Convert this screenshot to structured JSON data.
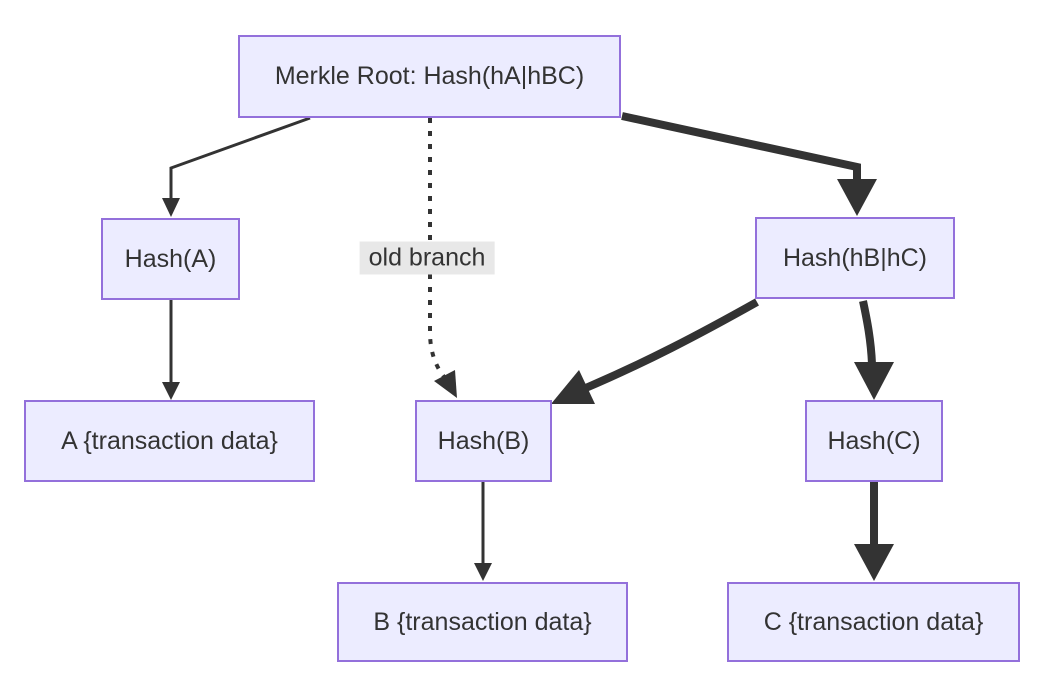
{
  "diagram": {
    "type": "flowchart",
    "description": "Merkle tree hash diagram",
    "nodes": {
      "root": {
        "label": "Merkle Root: Hash(hA|hBC)"
      },
      "hash_a": {
        "label": "Hash(A)"
      },
      "hash_bc": {
        "label": "Hash(hB|hC)"
      },
      "hash_b": {
        "label": "Hash(B)"
      },
      "hash_c": {
        "label": "Hash(C)"
      },
      "data_a": {
        "label": "A {transaction data}"
      },
      "data_b": {
        "label": "B {transaction data}"
      },
      "data_c": {
        "label": "C {transaction data}"
      }
    },
    "edge_label": "old branch",
    "edges": [
      {
        "from": "root",
        "to": "hash_a",
        "style": "normal"
      },
      {
        "from": "root",
        "to": "hash_b",
        "style": "dotted",
        "label": "old branch"
      },
      {
        "from": "root",
        "to": "hash_bc",
        "style": "thick"
      },
      {
        "from": "hash_a",
        "to": "data_a",
        "style": "normal"
      },
      {
        "from": "hash_bc",
        "to": "hash_b",
        "style": "thick"
      },
      {
        "from": "hash_bc",
        "to": "hash_c",
        "style": "thick"
      },
      {
        "from": "hash_b",
        "to": "data_b",
        "style": "normal"
      },
      {
        "from": "hash_c",
        "to": "data_c",
        "style": "thick"
      }
    ],
    "colors": {
      "node_fill": "#ECECFF",
      "node_border": "#9370DB",
      "edge": "#333333",
      "text": "#333333",
      "edge_label_bg": "#e8e8e8",
      "background": "#ffffff"
    }
  }
}
